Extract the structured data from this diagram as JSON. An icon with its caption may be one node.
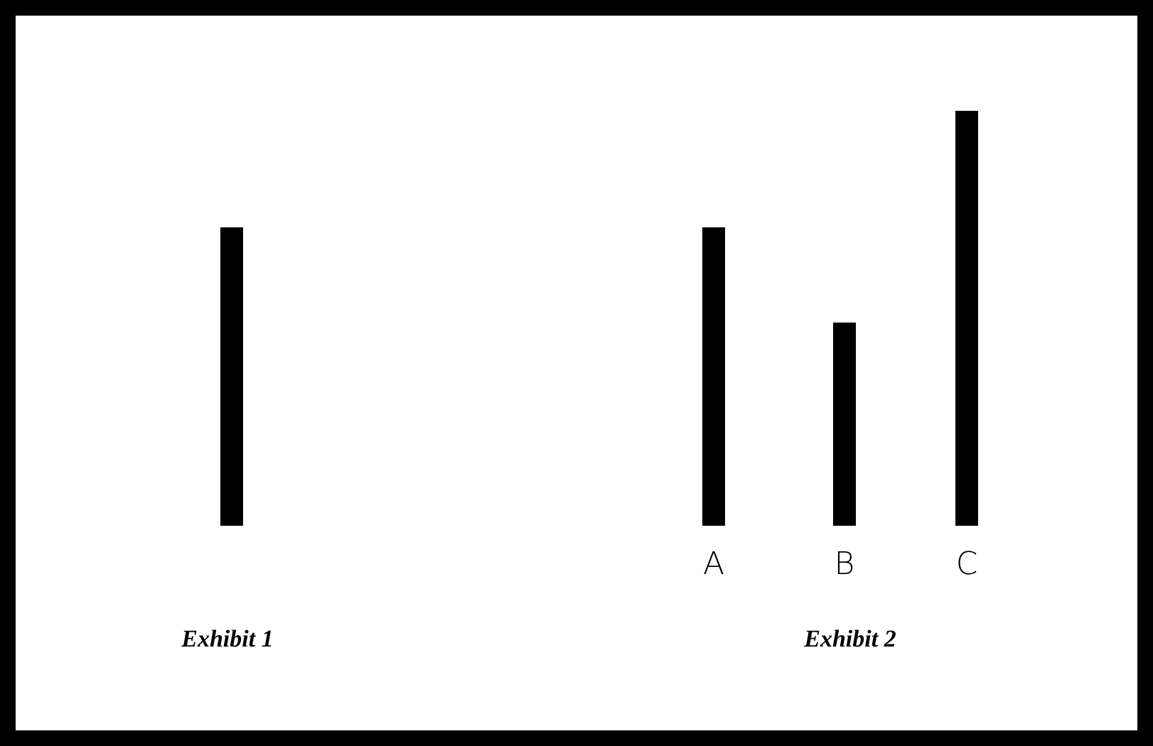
{
  "diagram": {
    "nodes": [
      {
        "text": [],
        "shape": "bar"
      },
      {
        "text": [],
        "shape": "bar",
        "beside": [
          "A"
        ]
      },
      {
        "text": [],
        "shape": "bar",
        "beside": [
          "B"
        ]
      },
      {
        "text": [],
        "shape": "bar",
        "beside": [
          "C"
        ]
      }
    ],
    "labels": [
      "Exhibit 1",
      "Exhibit 2"
    ]
  }
}
